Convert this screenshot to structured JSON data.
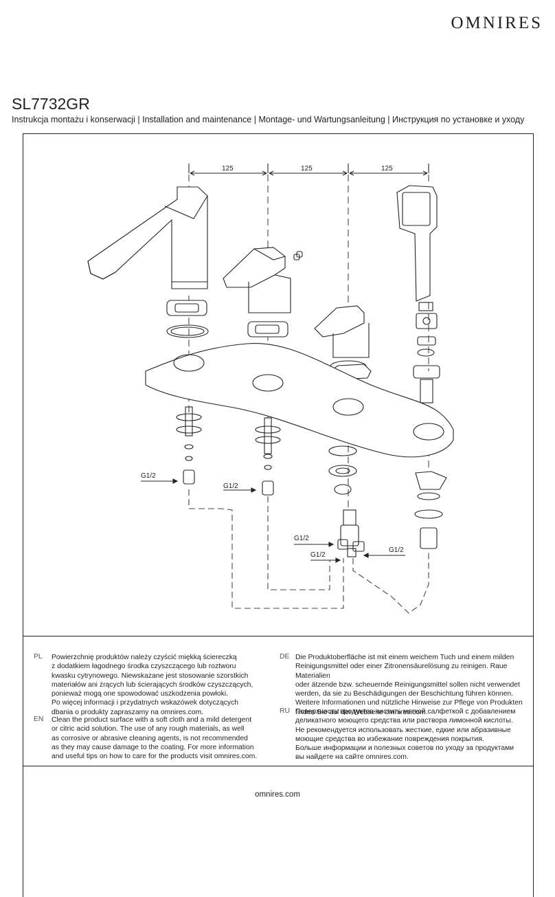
{
  "brand": "OMNIRES",
  "model": "SL7732GR",
  "subtitle": "Instrukcja montażu i konserwacji | Installation and maintenance | Montage- und Wartungsanleitung | Инструкция по установке и уходу",
  "diagram": {
    "dimensions": [
      "125",
      "125",
      "125"
    ],
    "thread_labels": [
      "G1/2",
      "G1/2",
      "G1/2",
      "G1/2",
      "G1/2"
    ]
  },
  "instructions": {
    "pl": {
      "code": "PL",
      "lines": [
        "Powierzchnię produktów należy czyścić miękką ściereczką",
        "z dodatkiem łagodnego środka czyszczącego lub roztworu",
        "kwasku cytrynowego. Niewskazane jest stosowanie szorstkich",
        "materiałów ani żrących lub ścierających środków czyszczących,",
        "ponieważ mogą one spowodować uszkodzenia powłoki.",
        "Po więcej informacji i przydatnych wskazówek dotyczących",
        "dbania o produkty zapraszamy na omnires.com."
      ]
    },
    "en": {
      "code": "EN",
      "lines": [
        "Clean the product surface with a soft cloth and a mild detergent",
        "or citric acid solution. The use of any rough materials, as well",
        "as corrosive or abrasive cleaning agents, is not recommended",
        "as they may cause damage to the coating. For more information",
        "and useful tips on how to care for the products visit omnires.com."
      ]
    },
    "de": {
      "code": "DE",
      "lines": [
        "Die Produktoberfläche ist mit einem weichem Tuch und einem milden",
        "Reinigungsmittel oder einer Zitronensäurelösung zu reinigen. Raue Materialien",
        "oder ätzende bzw. scheuernde Reinigungsmittel sollen nicht verwendet",
        "werden, da sie zu Beschädigungen der Beschichtung führen können.",
        "Weitere Informationen und nützliche Hinweise zur Pflege von Produkten",
        "finden Sie auf der Webseite omnires.com."
      ]
    },
    "ru": {
      "code": "RU",
      "lines": [
        "Поверхность продуктов чистить мягкой салфеткой с добавлением",
        "деликатного моющего средства или раствора лимонной кислоты.",
        "Не рекомендуется использовать жесткие, едкие или абразивные",
        "моющие средства во избежание повреждения покрытия.",
        "Больше информации и полезных советов по уходу за продуктами",
        "вы найдете на сайте omnires.com."
      ]
    }
  },
  "footer": "omnires.com"
}
